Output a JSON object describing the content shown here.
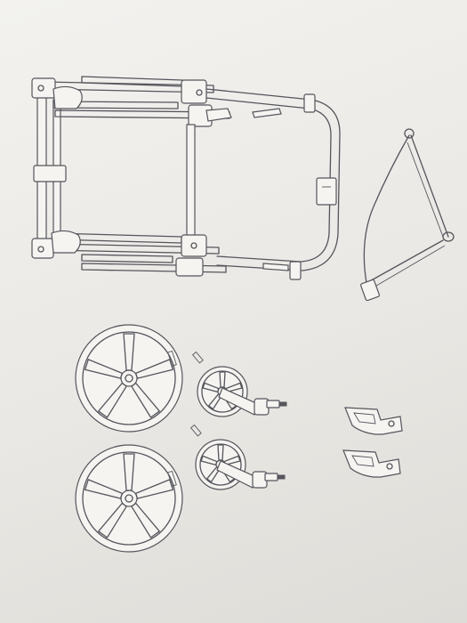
{
  "page": {
    "background": "#eceae6",
    "line_color": "#55555c"
  },
  "parts": {
    "frame": {
      "label": ""
    },
    "canopy_wire": {
      "label": ""
    },
    "rear_wheels": {
      "count": 2
    },
    "front_swivel_wheels": {
      "count": 2
    },
    "clips": {
      "count": 2
    }
  }
}
